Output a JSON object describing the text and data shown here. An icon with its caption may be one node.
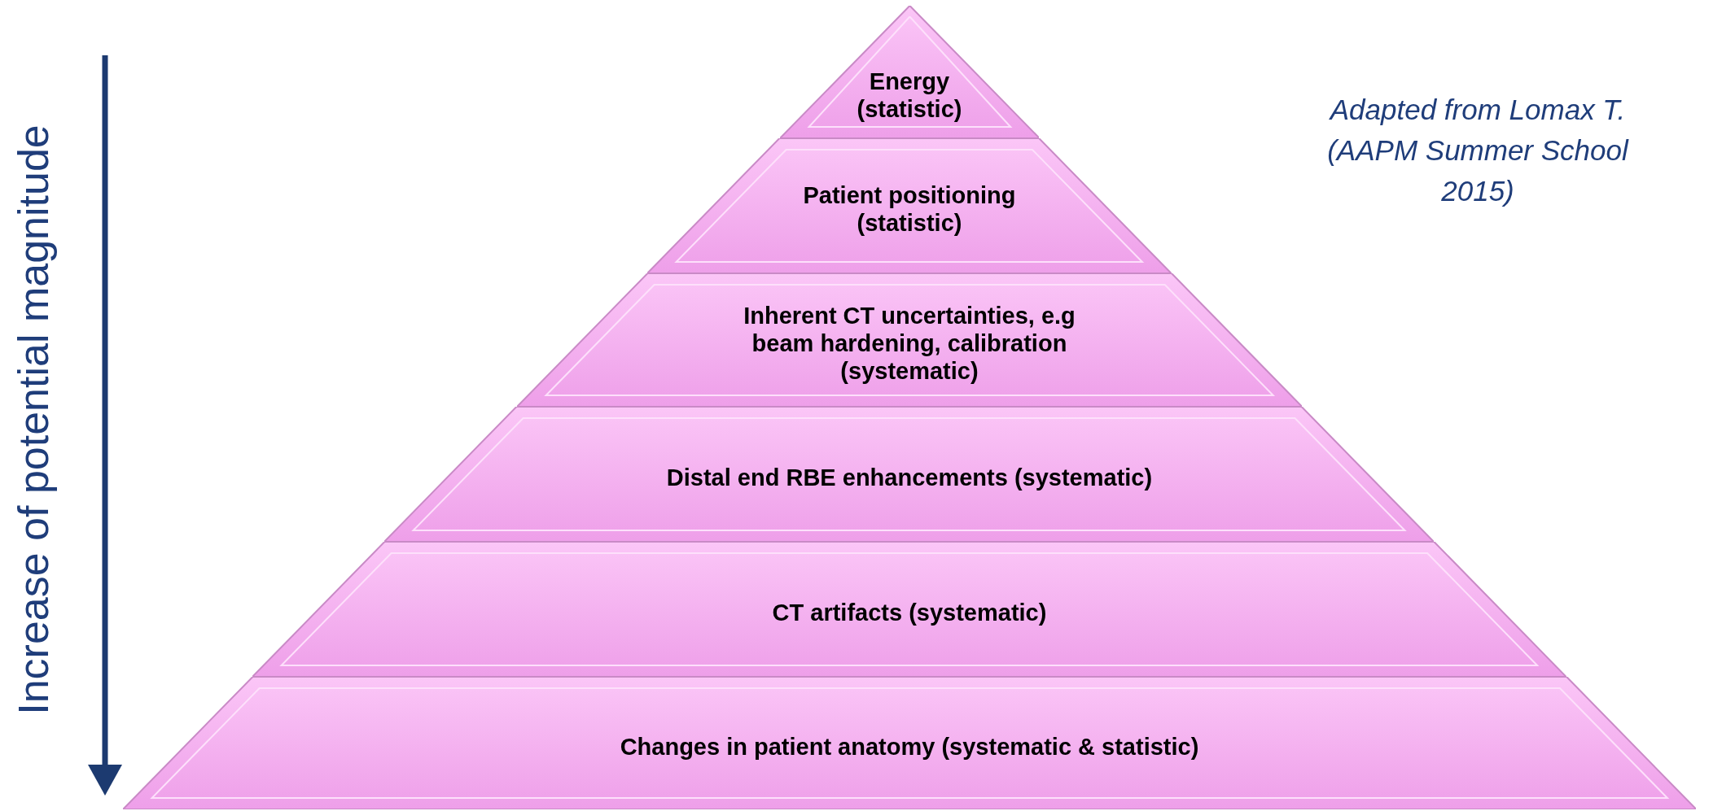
{
  "diagram": {
    "nodes": [
      {
        "text": [
          "Energy (statistic)"
        ]
      },
      {
        "text": [
          "Patient positioning (statistic)"
        ]
      },
      {
        "text": [
          "Inherent CT uncertainties, e.g beam hardening, calibration (systematic)"
        ]
      },
      {
        "text": [
          "Distal end RBE enhancements (systematic)"
        ]
      },
      {
        "text": [
          "CT artifacts (systematic)"
        ]
      },
      {
        "text": [
          "Changes in patient anatomy (systematic & statistic)"
        ]
      }
    ],
    "edges": [],
    "labels": [
      "Increase of potential magnitude",
      "Adapted from Lomax T. (AAPM Summer School 2015)"
    ]
  }
}
